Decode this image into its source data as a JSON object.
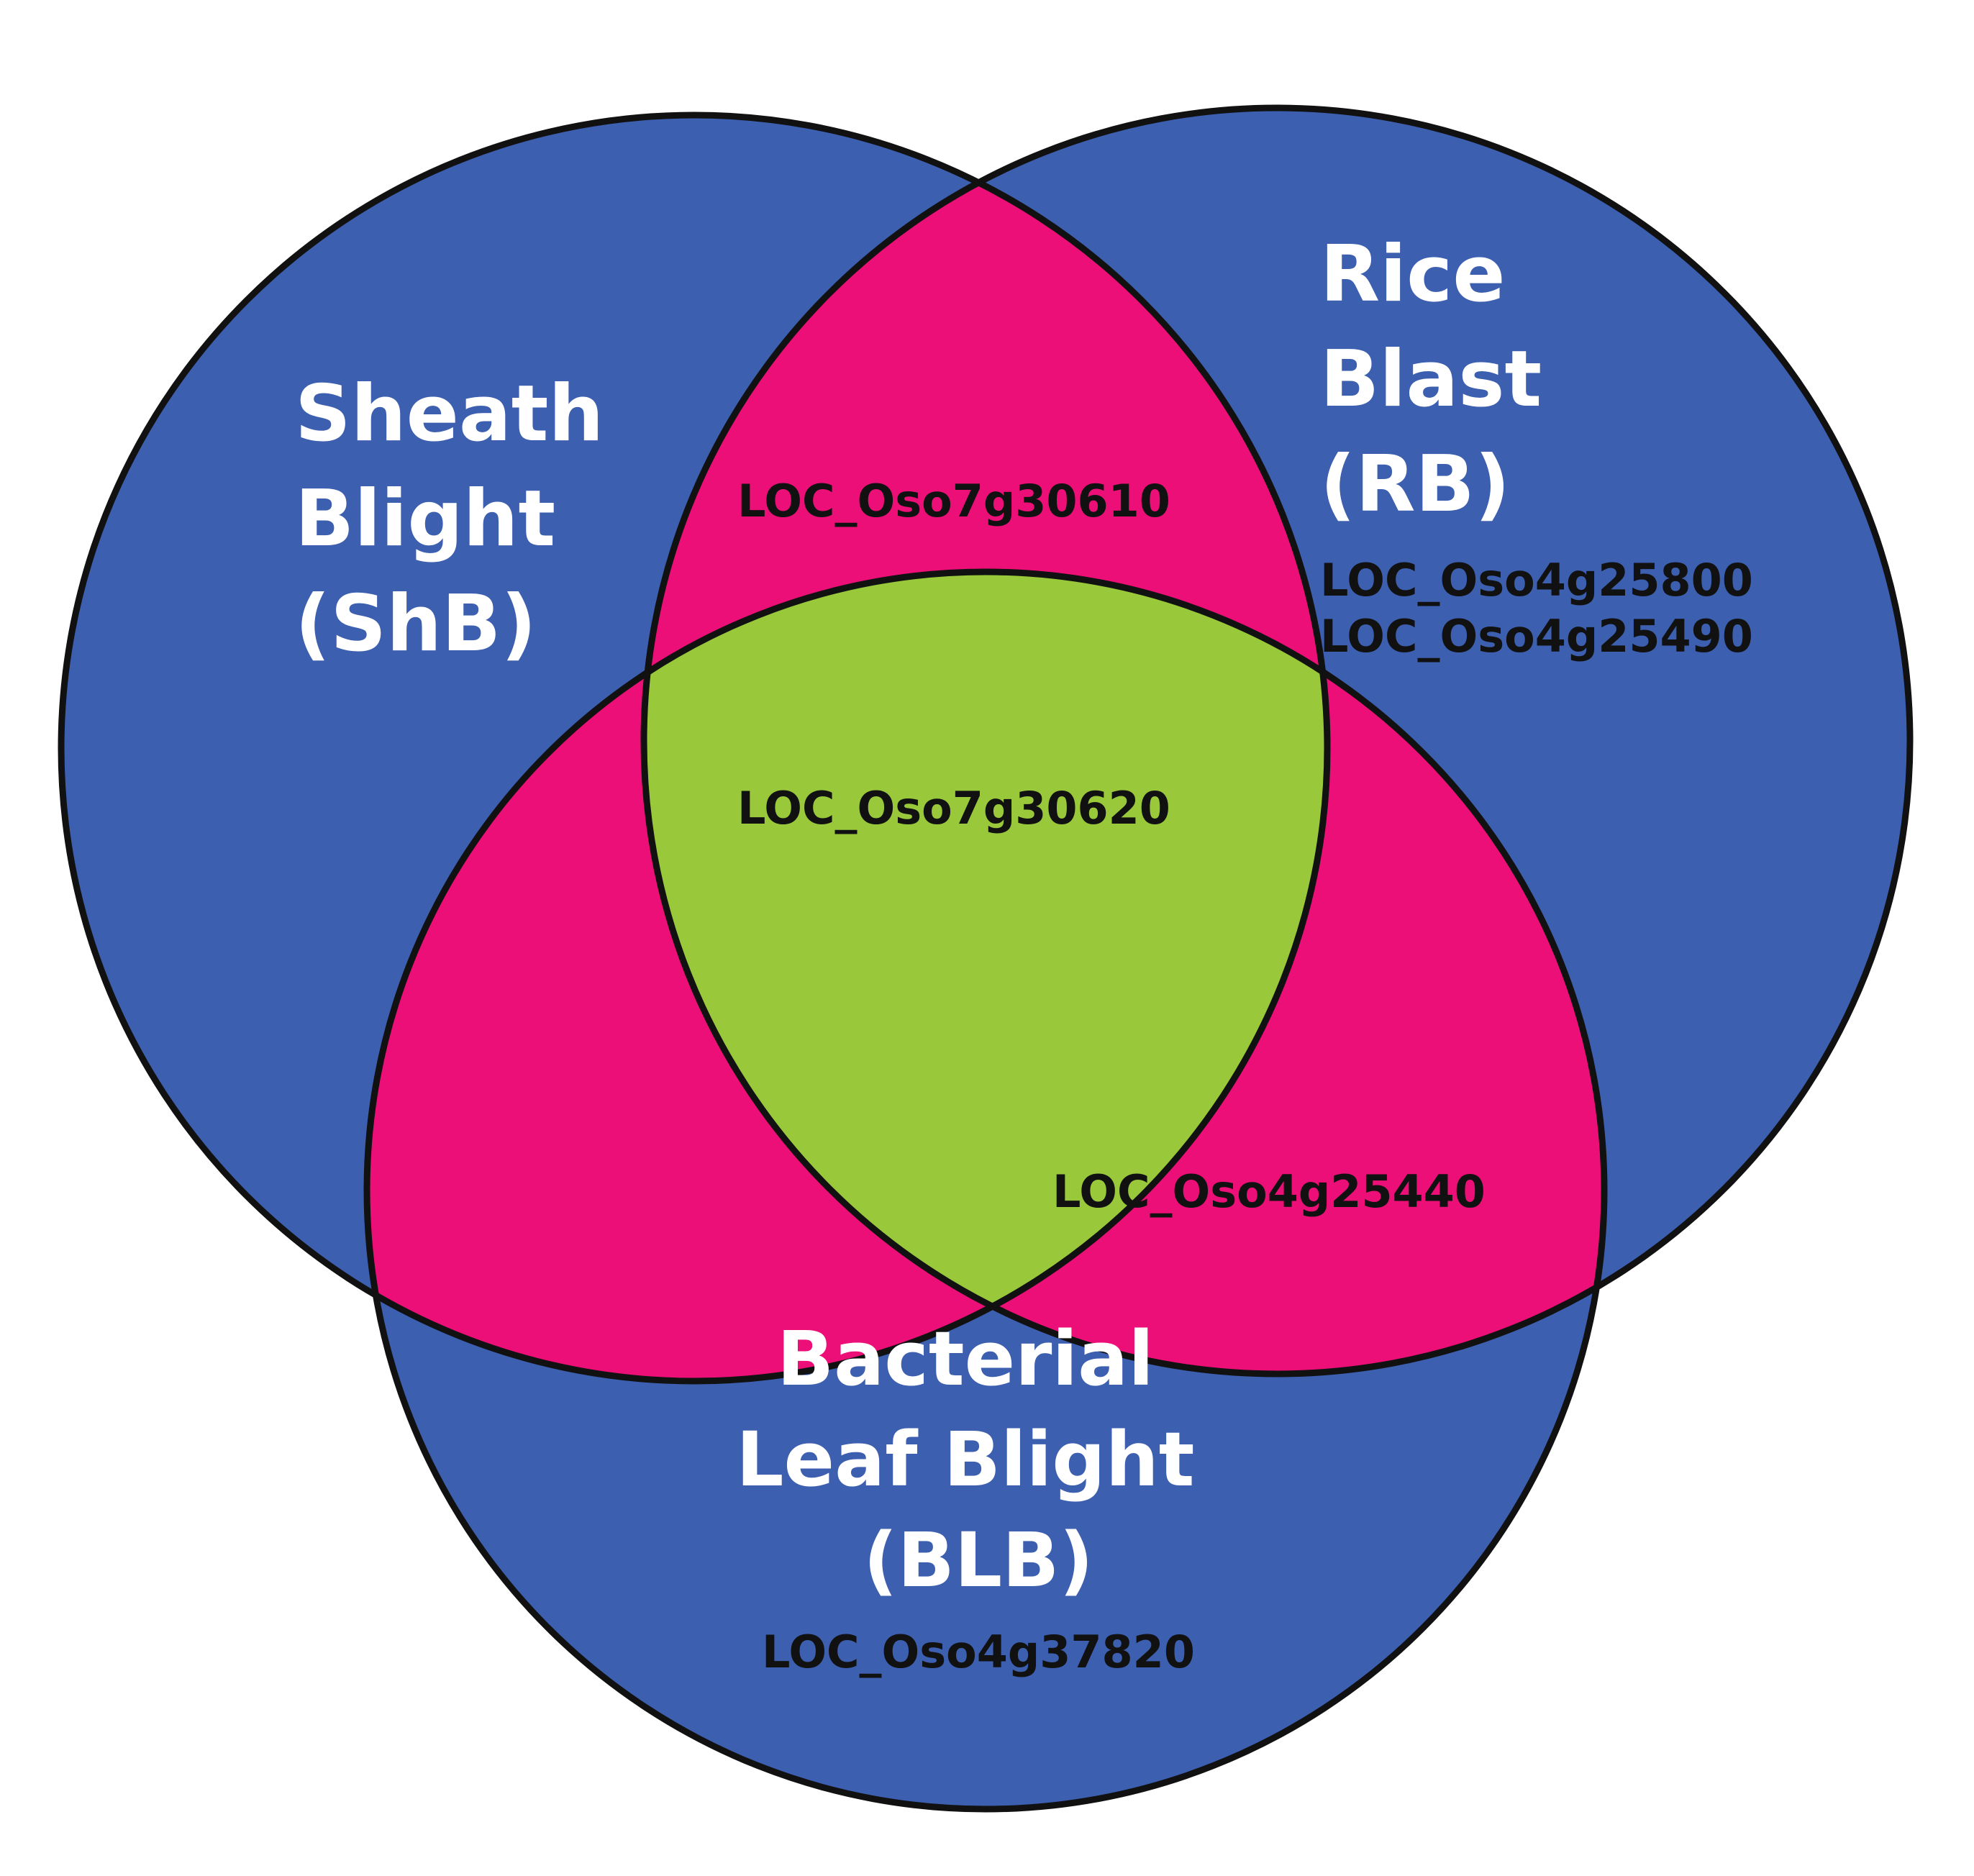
{
  "colors": {
    "single_region": "#3d5fb0",
    "pairwise_overlap": "#ec0f77",
    "triple_overlap": "#99c93b",
    "outline": "#111111",
    "set_label_text": "#ffffff",
    "gene_text": "#111111"
  },
  "sets": {
    "shb": {
      "label_lines": [
        "Sheath",
        "Blight",
        "(ShB)"
      ]
    },
    "rb": {
      "label_lines": [
        "Rice",
        "Blast",
        "(RB)"
      ]
    },
    "blb": {
      "label_lines": [
        "Bacterial",
        "Leaf Blight",
        "(BLB)"
      ]
    }
  },
  "regions": {
    "shb_rb": {
      "genes": [
        "LOC_Oso7g30610"
      ]
    },
    "shb_rb_blb": {
      "genes": [
        "LOC_Oso7g30620"
      ]
    },
    "rb_only": {
      "genes": [
        "LOC_Oso4g25800",
        "LOC_Oso4g25490"
      ]
    },
    "rb_blb": {
      "genes": [
        "LOC_Oso4g25440"
      ]
    },
    "blb_only": {
      "genes": [
        "LOC_Oso4g37820"
      ]
    }
  }
}
